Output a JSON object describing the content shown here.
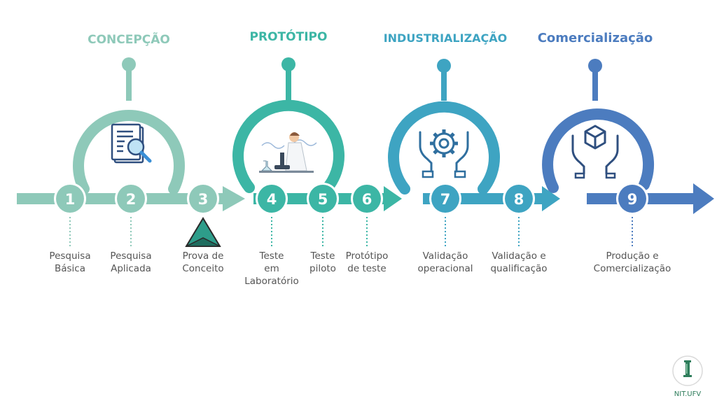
{
  "phases": [
    {
      "id": "concepcao",
      "title": "CONCEPÇÃO",
      "color": "#8ec9b9"
    },
    {
      "id": "prototipo",
      "title": "PROTÓTIPO",
      "color": "#3cb6a5"
    },
    {
      "id": "industrializacao",
      "title": "INDUSTRIALIZAÇÃO",
      "color": "#3ea4c2"
    },
    {
      "id": "comercializacao",
      "title": "Comercialização",
      "color": "#4c7cbf"
    }
  ],
  "steps": [
    {
      "number": "1",
      "label": [
        "Pesquisa",
        "Básica"
      ]
    },
    {
      "number": "2",
      "label": [
        "Pesquisa",
        "Aplicada"
      ]
    },
    {
      "number": "3",
      "label": [
        "Prova de",
        "Conceito"
      ]
    },
    {
      "number": "4",
      "label": [
        "Teste",
        "em",
        "Laboratório"
      ]
    },
    {
      "number": "5",
      "label": [
        "Teste",
        "piloto"
      ]
    },
    {
      "number": "6",
      "label": [
        "Protótipo",
        "de teste"
      ]
    },
    {
      "number": "7",
      "label": [
        "Validação",
        "operacional"
      ]
    },
    {
      "number": "8",
      "label": [
        "Validação e",
        "qualificação"
      ]
    },
    {
      "number": "9",
      "label": [
        "Produção e",
        "Comercialização"
      ]
    }
  ],
  "icons": [
    "document-search-icon",
    "scientist-microscope-icon",
    "gear-hands-icon",
    "box-hands-icon"
  ],
  "logo": {
    "text": "NIT.UFV",
    "icon": "column-icon"
  }
}
